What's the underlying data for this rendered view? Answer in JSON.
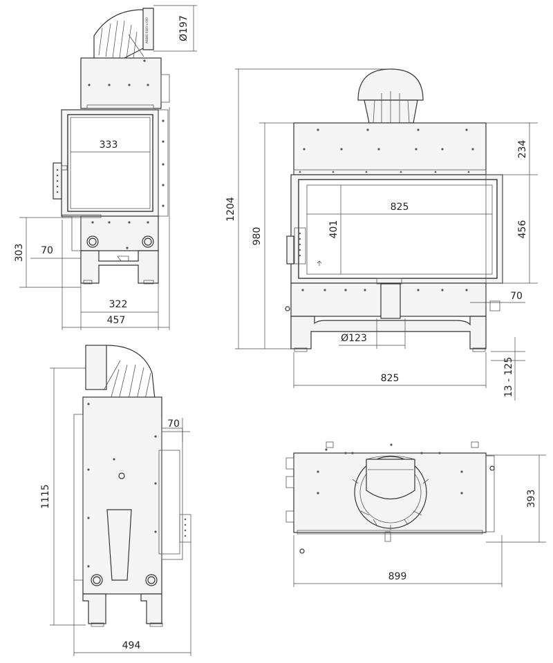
{
  "front_left_view": {
    "flue_diameter": "Ø197",
    "inner_width": "333",
    "base_height": "303",
    "leg_offset": "70",
    "leg_width": "322",
    "total_width": "457",
    "flue_stamp": "ASBAS-0400-x-000"
  },
  "front_view": {
    "total_height": "1204",
    "body_height": "980",
    "top_height": "234",
    "glass_height": "456",
    "glass_inner_height": "401",
    "glass_width": "825",
    "leg_offset": "70",
    "air_inlet_diameter": "Ø123",
    "leg_adjust": "13 - 125",
    "base_width": "825"
  },
  "side_view": {
    "total_height": "1115",
    "door_offset": "70",
    "depth": "494"
  },
  "top_view": {
    "depth": "393",
    "width": "899"
  }
}
